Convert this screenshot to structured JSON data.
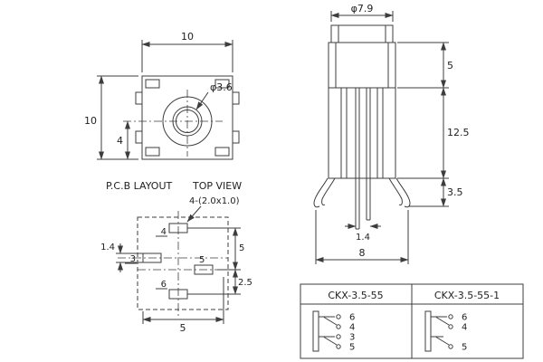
{
  "top_view": {
    "dim_width": "10",
    "dim_height": "10",
    "dim_center_offset": "4",
    "hole_diameter": "φ3.6"
  },
  "pcb_layout": {
    "title": "P.C.B LAYOUT",
    "view_label": "TOP VIEW",
    "pad_note": "4-(2.0x1.0)",
    "pad_labels": {
      "pad4": "4",
      "pad3": "3",
      "pad5": "5",
      "pad6": "6"
    },
    "dims": {
      "pad_height": "1.4",
      "row_spacing": "5",
      "row_spacing_2": "2.5",
      "col_spacing": "5"
    }
  },
  "side_view": {
    "dims": {
      "barrel_dia": "φ7.9",
      "upper_section": "5",
      "body_height": "12.5",
      "lower_section": "3.5",
      "pin_gap": "1.4",
      "body_width": "8"
    }
  },
  "table": {
    "headers": [
      "CKX-3.5-55",
      "CKX-3.5-55-1"
    ],
    "left_pins": [
      "6",
      "4",
      "3",
      "5"
    ],
    "right_pins": [
      "6",
      "4",
      "5"
    ]
  }
}
